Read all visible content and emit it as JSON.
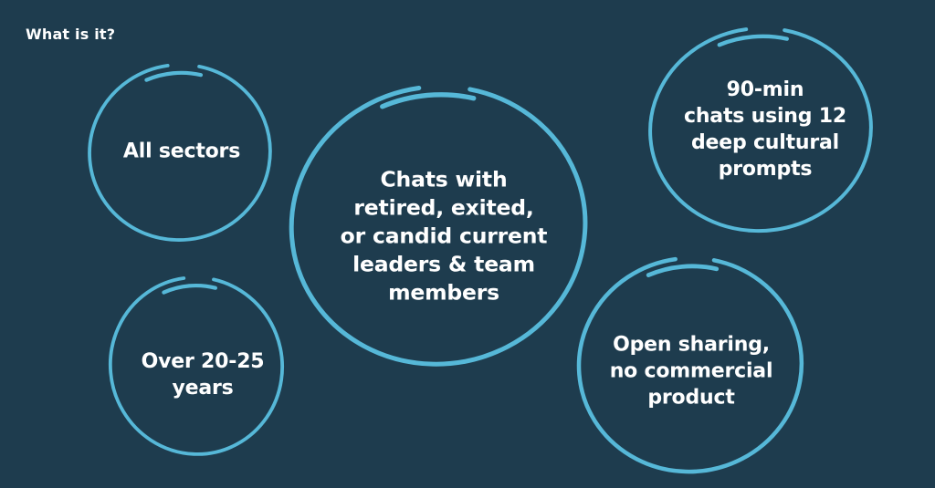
{
  "page": {
    "title": "What is it?"
  },
  "bubbles": [
    {
      "id": "all-sectors",
      "label": "All sectors"
    },
    {
      "id": "chats",
      "label": "Chats with\nretired, exited,\nor candid current\nleaders & team\nmembers"
    },
    {
      "id": "90min",
      "label": "90-min\nchats using 12\ndeep cultural\nprompts"
    },
    {
      "id": "years",
      "label": "Over 20-25\nyears"
    },
    {
      "id": "open-sharing",
      "label": "Open sharing,\nno commercial\nproduct"
    }
  ],
  "colors": {
    "background": "#1e3c4e",
    "circle_stroke": "#56b8d8",
    "text": "#ffffff"
  }
}
